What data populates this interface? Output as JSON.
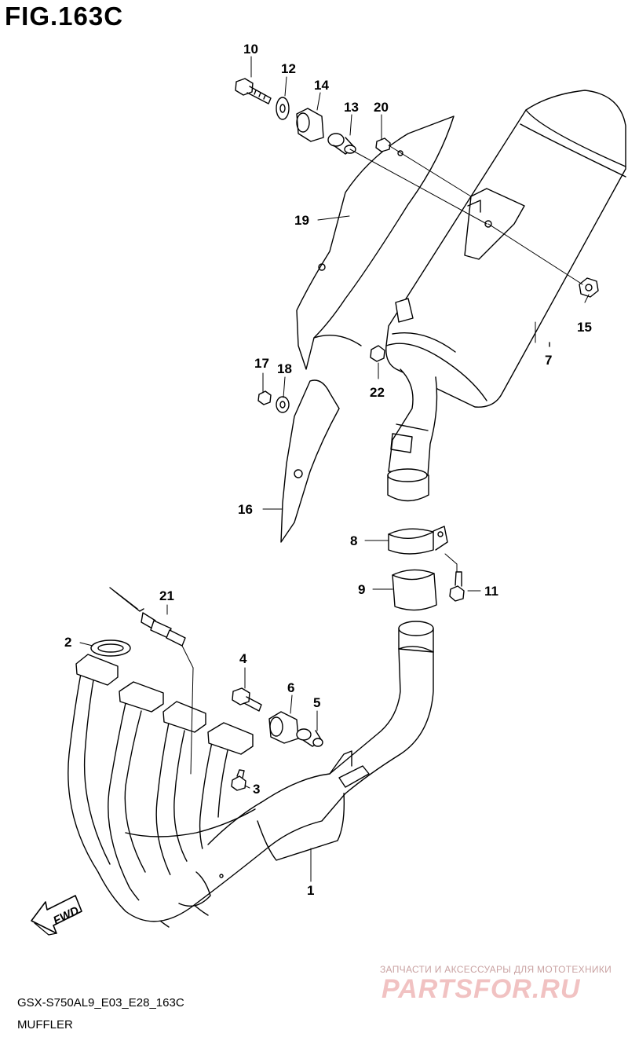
{
  "figure": {
    "title": "FIG.163C",
    "code": "GSX-S750AL9_E03_E28_163C",
    "name": "MUFFLER",
    "direction_label": "FWD"
  },
  "watermark": {
    "tagline": "ЗАПЧАСТИ И АКСЕССУАРЫ ДЛЯ МОТОТЕХНИКИ",
    "logo": "PARTSFOR.RU",
    "color": "#f1c2c2"
  },
  "callouts": {
    "c1": "1",
    "c2": "2",
    "c3": "3",
    "c4": "4",
    "c5": "5",
    "c6": "6",
    "c7": "7",
    "c8": "8",
    "c9": "9",
    "c10": "10",
    "c11": "11",
    "c12": "12",
    "c13": "13",
    "c14": "14",
    "c15": "15",
    "c16": "16",
    "c17": "17",
    "c18": "18",
    "c19": "19",
    "c20": "20",
    "c21": "21",
    "c22": "22"
  }
}
